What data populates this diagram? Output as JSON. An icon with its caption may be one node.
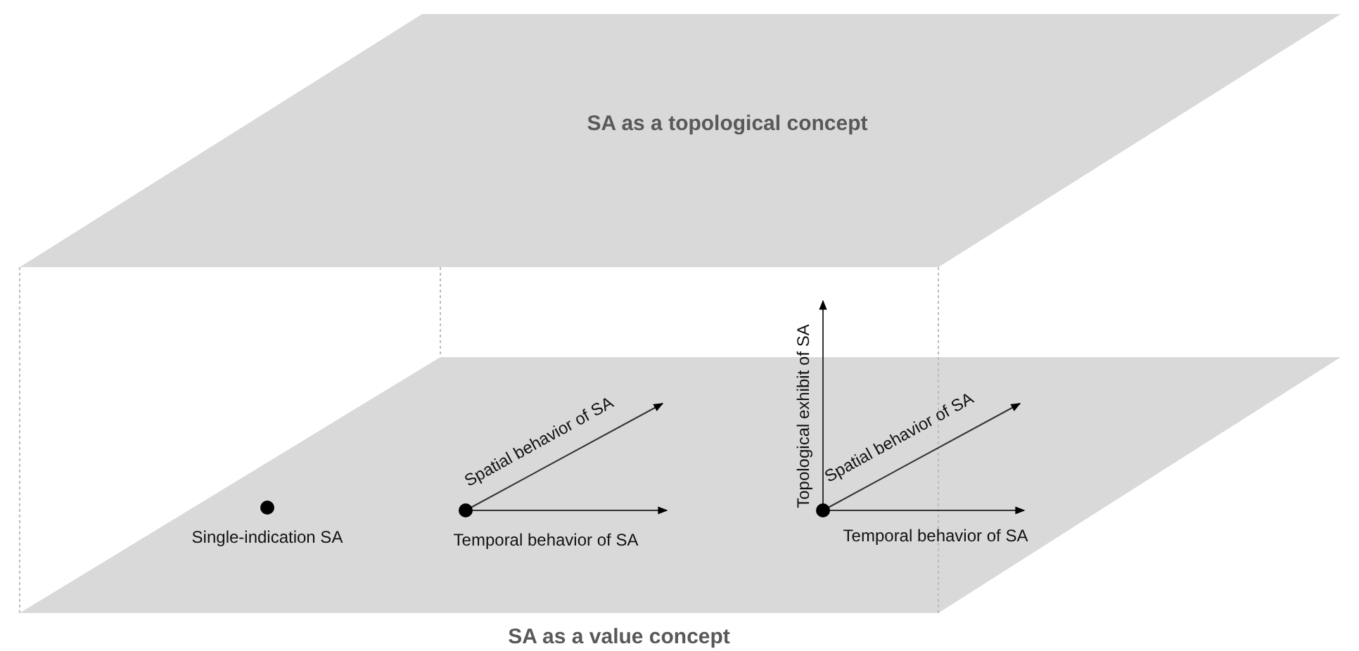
{
  "diagram": {
    "nodes": [
      {
        "text": [
          "SA as a topological concept"
        ]
      },
      {
        "text": [
          "SA as a value concept"
        ]
      }
    ],
    "labels": [
      "Topological exhibit of SA",
      "Spatial behavior of SA",
      "Spatial behavior of SA",
      "Single-indication SA",
      "Temporal behavior of SA",
      "Temporal behavior of SA"
    ]
  }
}
